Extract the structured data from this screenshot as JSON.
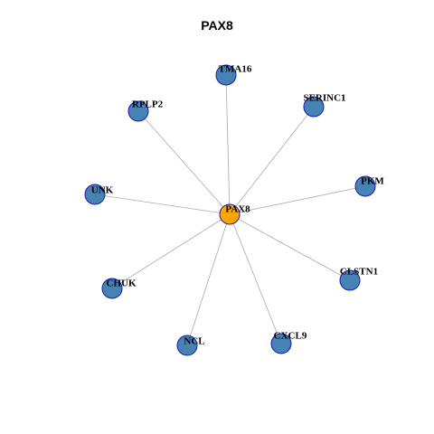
{
  "title": "PAX8",
  "colors": {
    "center_fill": "#FFA500",
    "node_fill": "#4682B4",
    "node_stroke": "#1A1AB0",
    "edge": "#AAAAAA"
  },
  "network": {
    "center": "PAX8",
    "nodes": [
      "TMA16",
      "SERINC1",
      "PKM",
      "CLSTN1",
      "CXCL9",
      "NCL",
      "CHUK",
      "UNK",
      "RPLP2"
    ],
    "edges": [
      [
        "PAX8",
        "TMA16"
      ],
      [
        "PAX8",
        "SERINC1"
      ],
      [
        "PAX8",
        "PKM"
      ],
      [
        "PAX8",
        "CLSTN1"
      ],
      [
        "PAX8",
        "CXCL9"
      ],
      [
        "PAX8",
        "NCL"
      ],
      [
        "PAX8",
        "CHUK"
      ],
      [
        "PAX8",
        "UNK"
      ],
      [
        "PAX8",
        "RPLP2"
      ]
    ]
  }
}
